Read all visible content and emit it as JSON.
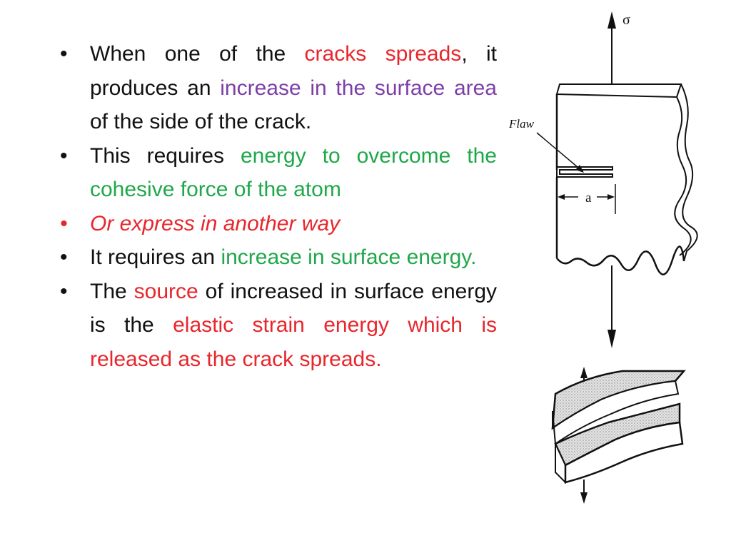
{
  "bullets": [
    {
      "color": "default",
      "italic": false,
      "parts": [
        {
          "text": "When one of the ",
          "color": "default"
        },
        {
          "text": "cracks spreads",
          "color": "#e8262c"
        },
        {
          "text": ", it produces an ",
          "color": "default"
        },
        {
          "text": "increase in the surface area",
          "color": "#7d3fa6"
        },
        {
          "text": " of the side of the crack.",
          "color": "default"
        }
      ]
    },
    {
      "color": "default",
      "italic": false,
      "parts": [
        {
          "text": "This requires ",
          "color": "default"
        },
        {
          "text": "energy to overcome the cohesive force of the atom",
          "color": "#1ea84a"
        }
      ]
    },
    {
      "color": "#e8262c",
      "italic": true,
      "parts": [
        {
          "text": "Or express in another way",
          "color": "#e8262c"
        }
      ]
    },
    {
      "color": "default",
      "italic": false,
      "parts": [
        {
          "text": "It requires an ",
          "color": "default"
        },
        {
          "text": "increase in surface energy.",
          "color": "#1ea84a"
        }
      ]
    },
    {
      "color": "default",
      "italic": false,
      "parts": [
        {
          "text": "The ",
          "color": "default"
        },
        {
          "text": "source",
          "color": "#e8262c"
        },
        {
          "text": " of increased in surface energy is the ",
          "color": "default"
        },
        {
          "text": "elastic strain energy which is released as the crack spreads.",
          "color": "#e8262c"
        }
      ]
    }
  ],
  "diagram": {
    "stress_symbol": "σ",
    "flaw_label": "Flaw",
    "crack_length_label": "a"
  }
}
